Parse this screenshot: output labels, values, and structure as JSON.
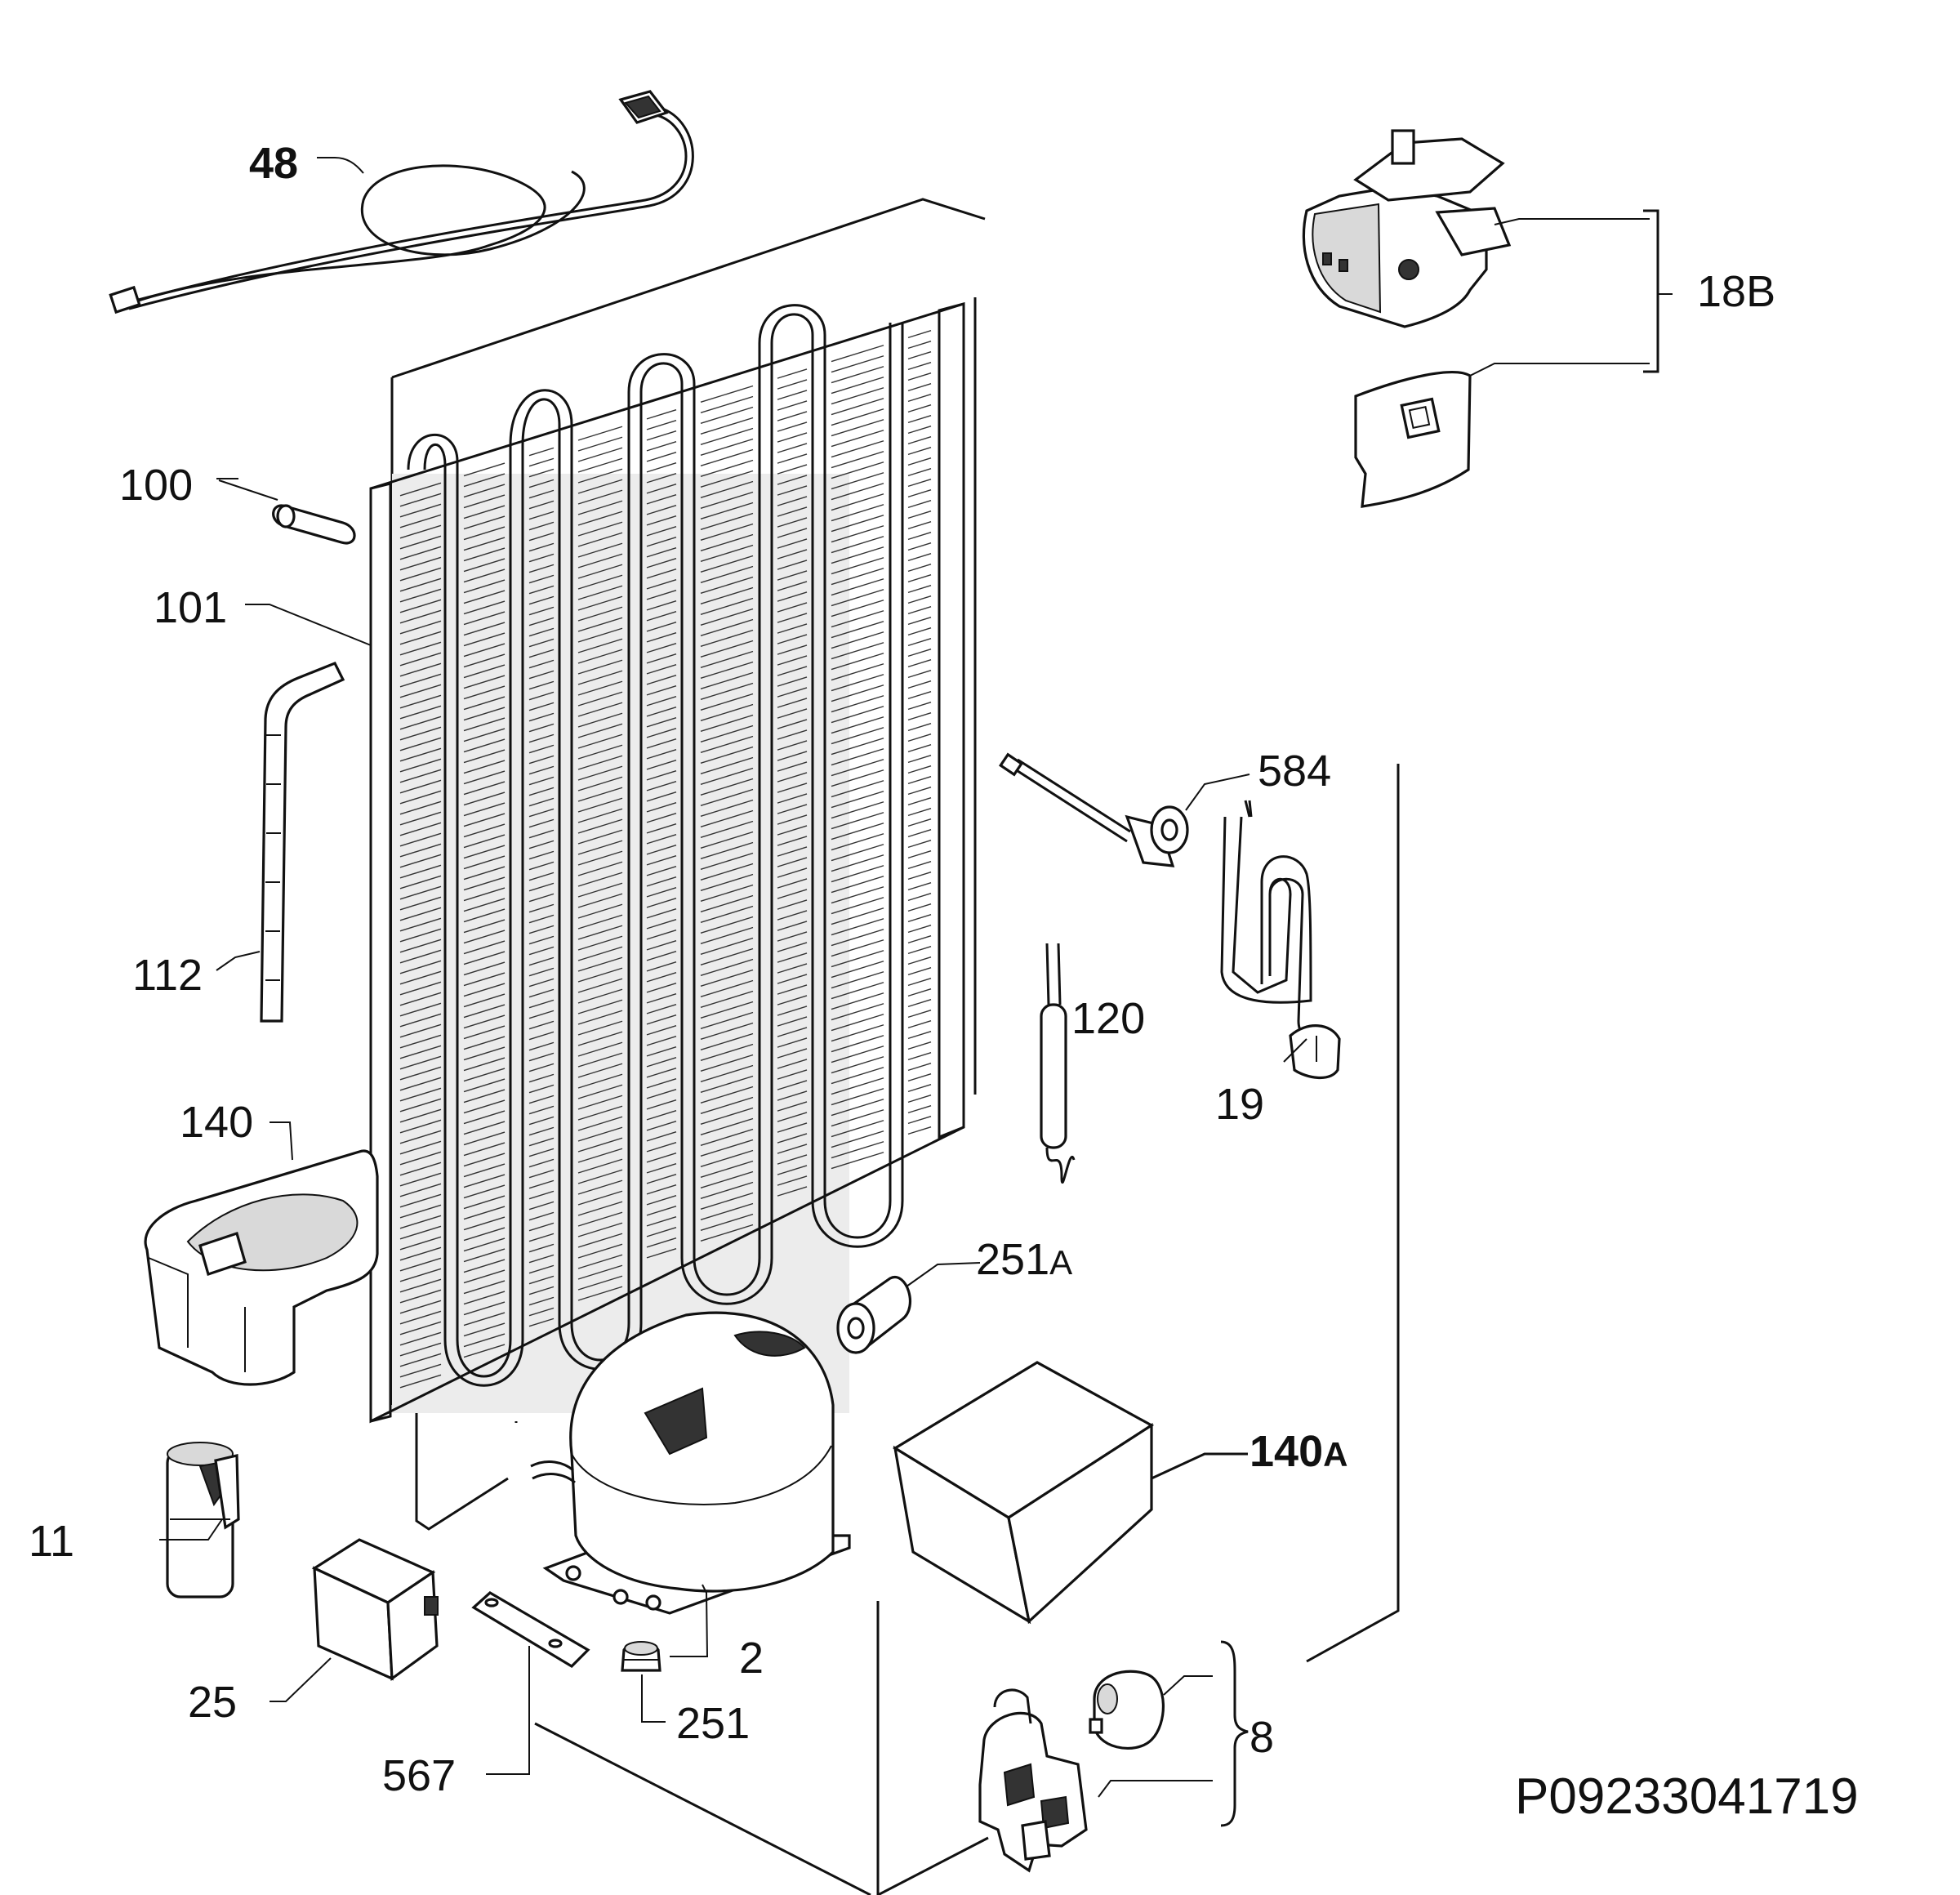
{
  "diagram": {
    "drawing_number": "P09233041719",
    "callouts": {
      "p48": "48",
      "p18b": "18B",
      "p100": "100",
      "p101": "101",
      "p112": "112",
      "p140": "140",
      "p584": "584",
      "p120": "120",
      "p19": "19",
      "p251a": "251",
      "p251a_suffix": "A",
      "p140a": "140",
      "p140a_suffix": "A",
      "p11": "11",
      "p2": "2",
      "p25": "25",
      "p251": "251",
      "p567": "567",
      "p8": "8"
    },
    "parts": [
      "power-cable",
      "thermostat-assembly",
      "thermostat-cover",
      "condenser",
      "cabinet-back",
      "dryer-tube",
      "drain-hose",
      "drip-tray",
      "temperature-sensor",
      "capillary-filter",
      "mains-cable",
      "rubber-grommet",
      "compressor-cover",
      "starting-capacitor",
      "compressor",
      "relay-box",
      "rubber-foot",
      "mounting-bracket",
      "starting-relay",
      "overload-protector"
    ]
  }
}
